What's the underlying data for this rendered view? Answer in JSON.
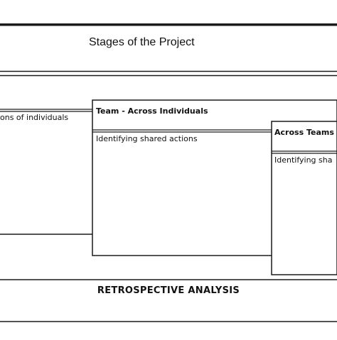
{
  "header": {
    "title": "Stages of the Project"
  },
  "stages": [
    {
      "title": "",
      "description": "ons of individuals"
    },
    {
      "title": "Team - Across Individuals",
      "description": "Identifying shared actions"
    },
    {
      "title": "Across Teams",
      "description": "Identifying sha"
    }
  ],
  "footer": {
    "label": "RETROSPECTIVE ANALYSIS"
  },
  "colors": {
    "line": "#1a1a1a",
    "background": "#ffffff"
  }
}
